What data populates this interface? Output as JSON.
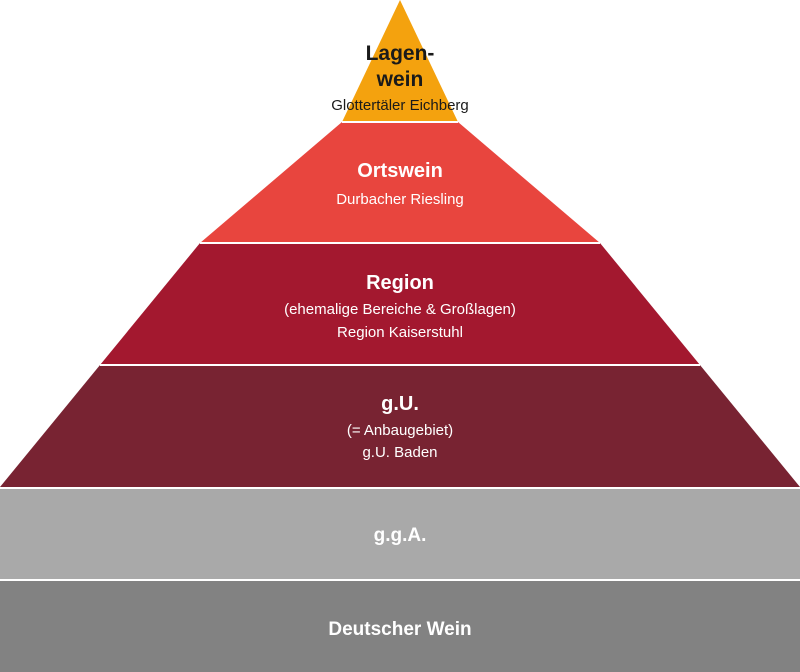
{
  "pyramid": {
    "levels": [
      {
        "id": "lagenwein",
        "title_lines": [
          "Lagen-",
          "wein"
        ],
        "example": "Glottertäler Eichberg",
        "fill": "#F4A20E",
        "text_color": "#1a1a1a"
      },
      {
        "id": "ortswein",
        "title": "Ortswein",
        "example": "Durbacher Riesling",
        "fill": "#E8453E",
        "text_color": "#ffffff"
      },
      {
        "id": "region",
        "title": "Region",
        "note": "(ehemalige Bereiche & Großlagen)",
        "example": "Region Kaiserstuhl",
        "fill": "#A3182F",
        "text_color": "#ffffff"
      },
      {
        "id": "gu",
        "title": "g.U.",
        "note": "(= Anbaugebiet)",
        "example": "g.U. Baden",
        "fill": "#782332",
        "text_color": "#ffffff"
      }
    ],
    "base_bands": [
      {
        "id": "gga",
        "title": "g.g.A.",
        "fill": "#A9A9A9",
        "text_color": "#ffffff"
      },
      {
        "id": "deutscher-wein",
        "title": "Deutscher Wein",
        "fill": "#828282",
        "text_color": "#ffffff"
      }
    ]
  }
}
